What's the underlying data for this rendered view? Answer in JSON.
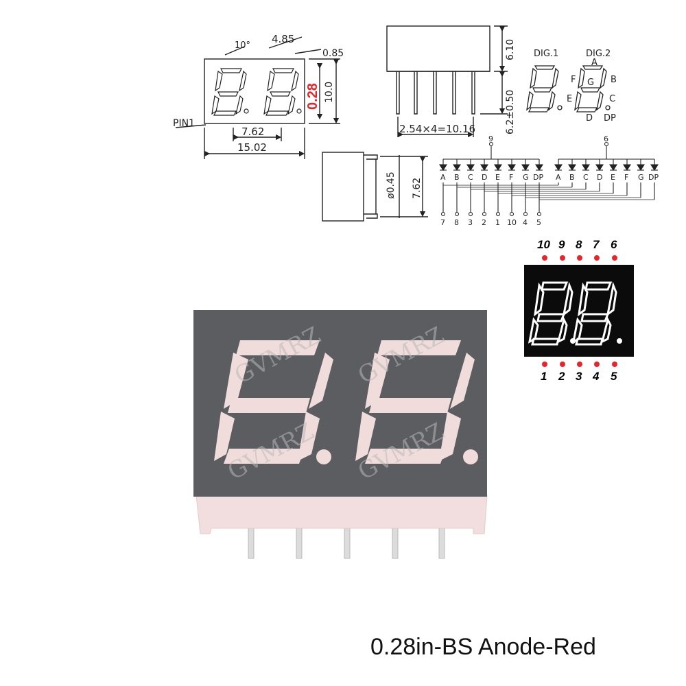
{
  "front_view": {
    "angle": "10°",
    "width_top": "4.85",
    "seg_width": "0.85",
    "height_char": "0.28",
    "height_total": "10.0",
    "pin_spacing": "7.62",
    "width_total": "15.02",
    "pin1": "PIN1"
  },
  "side_view": {
    "body_height": "6.10",
    "lead_dim": "6.2±0.50",
    "pitch": "2.54×4=10.16"
  },
  "digit_labels": {
    "dig1": "DIG.1",
    "dig2": "DIG.2",
    "seg_a": "A",
    "seg_b": "B",
    "seg_c": "C",
    "seg_d": "D",
    "seg_e": "E",
    "seg_f": "F",
    "seg_g": "G",
    "seg_dp": "DP"
  },
  "bottom_view": {
    "lead_dia": "ø0.45",
    "row_spacing": "7.62"
  },
  "circuit": {
    "common_pin_1": "9",
    "common_pin_2": "6",
    "segments_1": [
      "A",
      "B",
      "C",
      "D",
      "E",
      "F",
      "G",
      "DP"
    ],
    "segments_2": [
      "A",
      "B",
      "C",
      "D",
      "E",
      "F",
      "G",
      "DP"
    ],
    "pins_bottom": [
      "7",
      "8",
      "3",
      "2",
      "1",
      "10",
      "4",
      "5"
    ]
  },
  "pinout": {
    "top_pins": [
      "10",
      "9",
      "8",
      "7",
      "6"
    ],
    "bottom_pins": [
      "1",
      "2",
      "3",
      "4",
      "5"
    ],
    "dot_color": "#e8252a"
  },
  "watermark": "GVMRZ",
  "caption": "0.28in-BS Anode-Red"
}
